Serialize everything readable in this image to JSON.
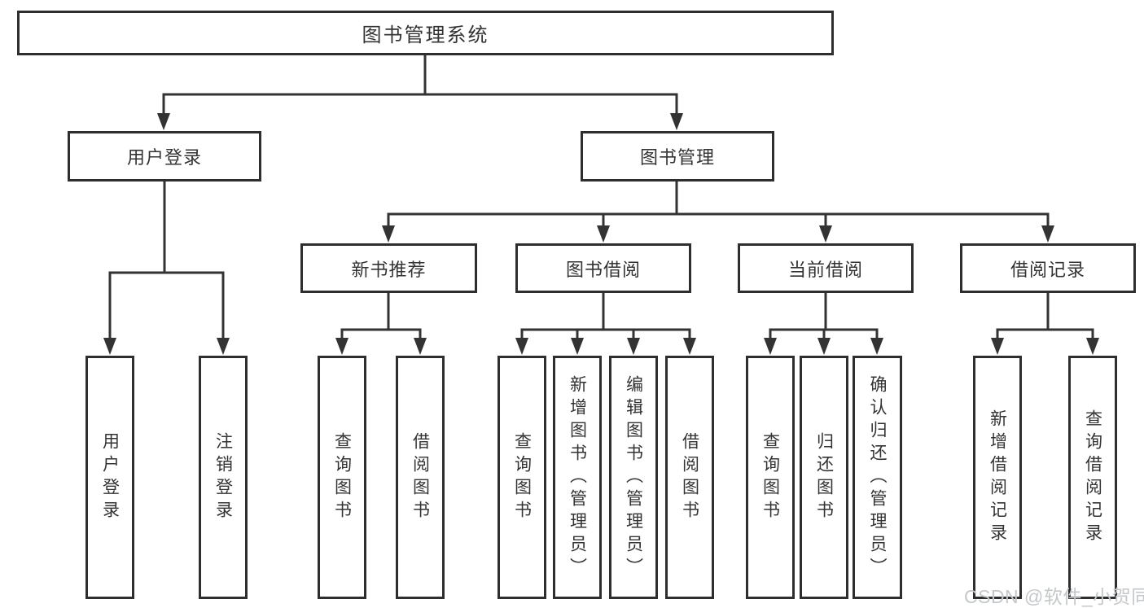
{
  "watermark": "CSDN @软件_小贺同学",
  "colors": {
    "line": "#333333",
    "box_border": "#2e2e2e",
    "text": "#333333",
    "watermark": "#c5c8ca",
    "background": "#ffffff"
  },
  "tree": {
    "label": "图书管理系统",
    "children": [
      {
        "label": "用户登录",
        "children": [
          {
            "label": "用户登录"
          },
          {
            "label": "注销登录"
          }
        ]
      },
      {
        "label": "图书管理",
        "children": [
          {
            "label": "新书推荐",
            "children": [
              {
                "label": "查询图书"
              },
              {
                "label": "借阅图书"
              }
            ]
          },
          {
            "label": "图书借阅",
            "children": [
              {
                "label": "查询图书"
              },
              {
                "label": "新增图书（管理员）"
              },
              {
                "label": "编辑图书（管理员）"
              },
              {
                "label": "借阅图书"
              }
            ]
          },
          {
            "label": "当前借阅",
            "children": [
              {
                "label": "查询图书"
              },
              {
                "label": "归还图书"
              },
              {
                "label": "确认归还（管理员）"
              }
            ]
          },
          {
            "label": "借阅记录",
            "children": [
              {
                "label": "新增借阅记录"
              },
              {
                "label": "查询借阅记录"
              }
            ]
          }
        ]
      }
    ]
  }
}
